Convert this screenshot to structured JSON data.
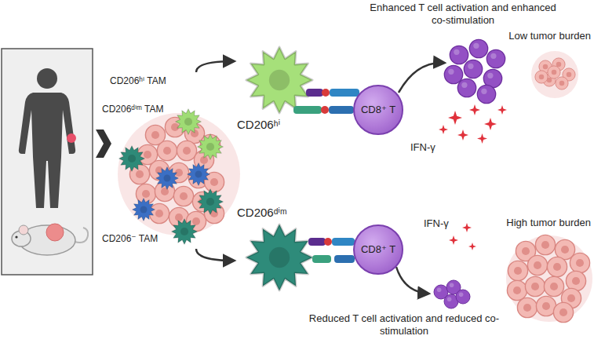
{
  "diagram": {
    "nodes": [
      {
        "text": [
          "CD206ʰⁱ TAM",
          "CD206ᵈⁱᵐ TAM",
          "CD206⁻ TAM"
        ]
      },
      {
        "text": [
          "CD206ʰⁱ"
        ]
      },
      {
        "text": [
          "CD8⁺ T"
        ]
      },
      {
        "text": [
          "CD206ᵈⁱᵐ"
        ]
      },
      {
        "text": [
          "CD8⁺ T"
        ]
      }
    ],
    "edges": [
      {
        "from": 0,
        "to": 1,
        "arrow": "to"
      },
      {
        "from": 0,
        "to": 3,
        "arrow": "to"
      }
    ],
    "labels": [
      "Enhanced T cell activation and enhanced co-stimulation",
      "IFN-γ",
      "Low tumor burden",
      "IFN-γ",
      "Reduced T cell activation and reduced co-stimulation",
      "High tumor burden"
    ]
  }
}
